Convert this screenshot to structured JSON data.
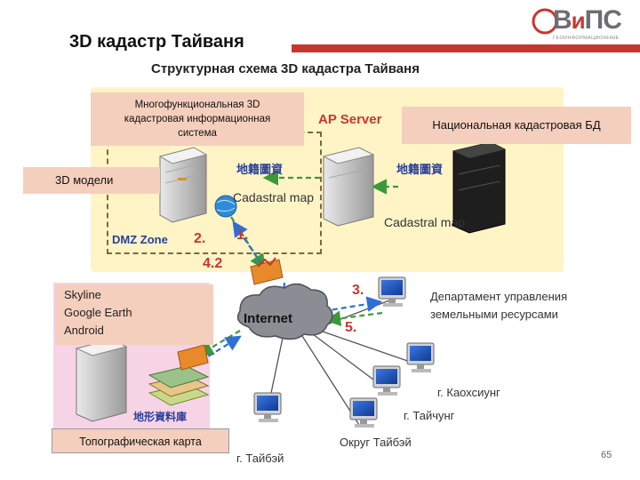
{
  "header": {
    "title": "3D кадастр Тайваня",
    "subtitle": "Структурная схема 3D кадастра Тайваня"
  },
  "logo": {
    "main_1": "В",
    "main_2": "и",
    "main_3": "ПС",
    "tagline": "ГЕОИНФОРМАЦИОННЫЕ"
  },
  "diagram": {
    "multifunctional_system": [
      "Многофункциональная 3D",
      "кадастровая информационная",
      "система"
    ],
    "ap_server": "AP Server",
    "national_db": "Национальная кадастровая  БД",
    "models_3d": "3D модели",
    "land_registry_cn": "地籍圖資",
    "cadastral_map": "Cadastral map",
    "dmz_zone": "DMZ Zone",
    "step_1": "1.",
    "step_2": "2.",
    "step_3": "3.",
    "step_42": "4.2",
    "step_5": "5.",
    "internet": "Internet",
    "clients": [
      "Skyline",
      "Google Earth",
      "Android"
    ],
    "terrain_cn": "地形資料庫",
    "topo_map": "Топографическая карта",
    "land_dept": [
      "Департамент управления",
      "земельными ресурсами"
    ],
    "kaohsiung": "г. Каохсиунг",
    "taichung": "г. Тайчунг",
    "taipei_county": "Округ Тайбэй",
    "taipei": "г. Тайбэй"
  },
  "colors": {
    "accent": "#c8372d",
    "zone_fill": "#fff4c6",
    "label_fill": "#f5cfbd",
    "client_zone_fill": "#f7d3e6",
    "arrow_green": "#3a9a3a",
    "arrow_blue": "#2f6fd6",
    "monitor_blue": "#1c4fb8"
  },
  "page": {
    "number": "65"
  }
}
